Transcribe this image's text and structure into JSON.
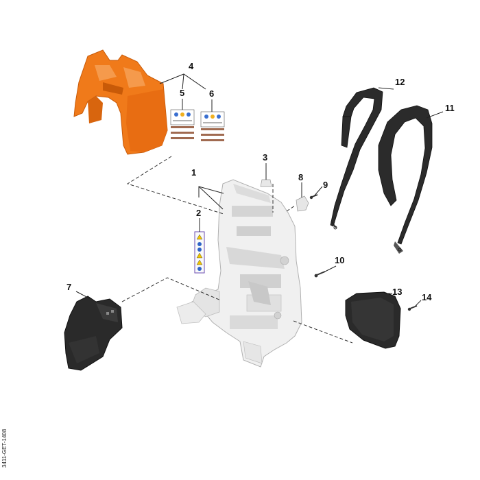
{
  "diagram": {
    "code": "3411-GET-1408",
    "colors": {
      "orange": "#f07a1a",
      "orange_dark": "#c85a08",
      "frame": "#f0f0f0",
      "frame_edge": "#b0b0b0",
      "black_part": "#2a2a2a",
      "label_border": "#6a4bb0"
    },
    "callouts": [
      "1",
      "2",
      "3",
      "4",
      "5",
      "6",
      "7",
      "8",
      "9",
      "10",
      "11",
      "12",
      "13",
      "14"
    ]
  }
}
